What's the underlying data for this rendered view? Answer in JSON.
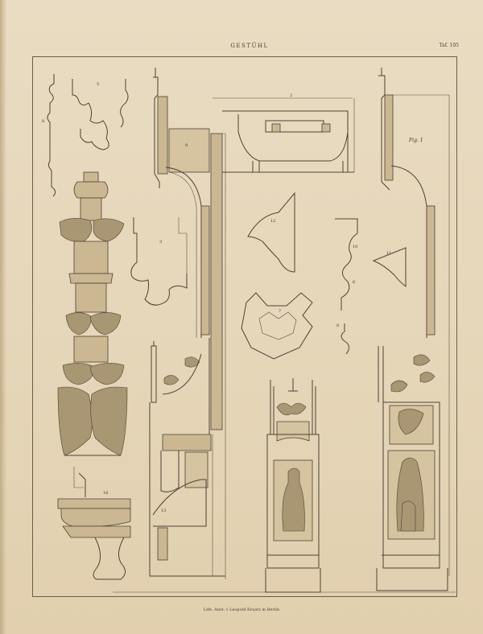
{
  "header": {
    "title": "GESTÜHL",
    "plate_number": "Taf. 105"
  },
  "footer": {
    "imprint": "Lith. Anst. v Leopold Kraatz in Berlin"
  },
  "figure_labels": {
    "fig1": "Fig. 1",
    "n2": "2",
    "n3": "3",
    "n5": "5",
    "n6": "6",
    "n7": "7",
    "n8": "8",
    "n9": "9",
    "n10": "10",
    "n11": "11",
    "n12": "12",
    "n13": "13",
    "n16": "16"
  }
}
